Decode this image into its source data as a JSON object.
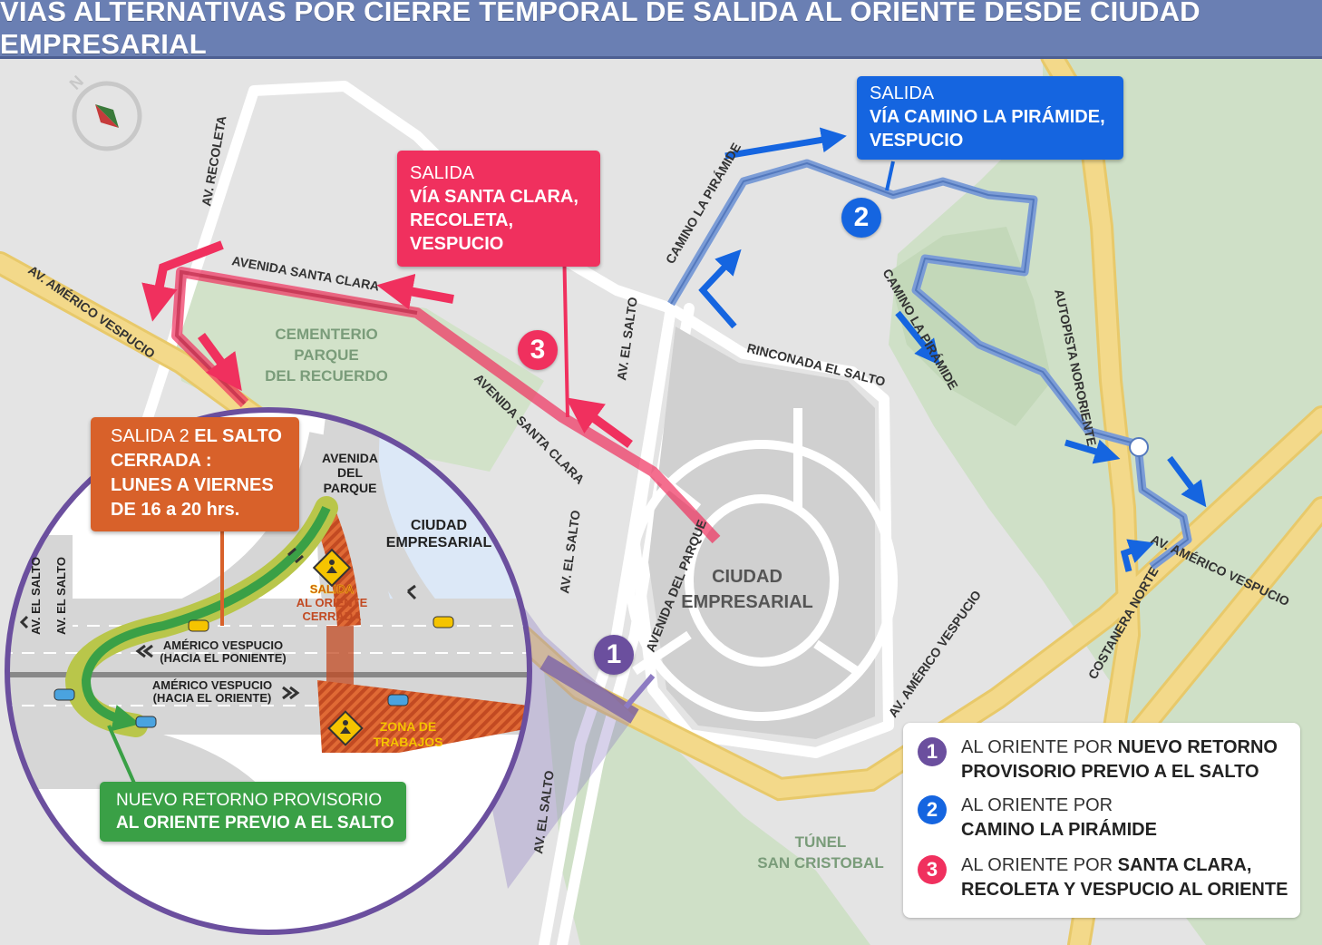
{
  "title": "VIAS ALTERNATIVAS POR CIERRE TEMPORAL DE SALIDA AL ORIENTE DESDE CIUDAD EMPRESARIAL",
  "compass": {
    "label": "N"
  },
  "colors": {
    "route1": "#6b4f9e",
    "route2": "#1565e0",
    "route3": "#f0305e",
    "closure": "#d8612a",
    "new_return": "#3aa046",
    "highway": "#f3d98a",
    "park": "#cfe0c7"
  },
  "callouts": {
    "route3": {
      "line1": "SALIDA",
      "line2a": "VÍA SANTA CLARA,",
      "line2b": "RECOLETA, VESPUCIO"
    },
    "route2": {
      "line1": "SALIDA",
      "line2a": "VÍA CAMINO LA PIRÁMIDE,",
      "line2b": "VESPUCIO"
    },
    "closure": {
      "line1_prefix": "SALIDA 2 ",
      "line1_bold": "EL SALTO",
      "line2": "CERRADA :",
      "line3": "LUNES A VIERNES",
      "line4": "DE 16 a 20 hrs."
    },
    "new_return": {
      "line1": "NUEVO RETORNO PROVISORIO",
      "line2": "AL ORIENTE PREVIO A EL SALTO"
    }
  },
  "markers": {
    "m1": "1",
    "m2": "2",
    "m3": "3"
  },
  "street_labels": {
    "av_recoleta": "AV. RECOLETA",
    "av_americo_vespucio": "AV. AMÉRICO VESPUCIO",
    "avenida_santa_clara": "AVENIDA SANTA CLARA",
    "camino_la_piramide": "CAMINO LA PIRÁMIDE",
    "av_el_salto": "AV. EL SALTO",
    "rinconada_el_salto": "RINCONADA  EL  SALTO",
    "avenida_del_parque": "AVENIDA DEL PARQUE",
    "autopista_nororiente": "AUTOPISTA NORORIENTE",
    "costanera_norte": "COSTANERA NORTE"
  },
  "area_labels": {
    "cementerio": [
      "CEMENTERIO",
      "PARQUE",
      "DEL RECUERDO"
    ],
    "ciudad_empresarial": [
      "CIUDAD",
      "EMPRESARIAL"
    ],
    "tunel": [
      "TÚNEL",
      "SAN CRISTOBAL"
    ]
  },
  "inset": {
    "avenida_del_parque": [
      "AVENIDA",
      "DEL",
      "PARQUE"
    ],
    "ciudad_empresarial": [
      "CIUDAD",
      "EMPRESARIAL"
    ],
    "av_el_salto": "AV. EL SALTO",
    "vespucio_poniente": [
      "AMÉRICO VESPUCIO",
      "(HACIA EL PONIENTE)"
    ],
    "vespucio_oriente": [
      "AMÉRICO VESPUCIO",
      "(HACIA EL ORIENTE)"
    ],
    "salida_cerrada": [
      "SALIDA",
      "AL ORIENTE",
      "CERRADA"
    ],
    "zona_trabajos": [
      "ZONA DE",
      "TRABAJOS"
    ]
  },
  "legend": [
    {
      "num": "1",
      "text": "AL ORIENTE POR ",
      "bold": "NUEVO RETORNO PROVISORIO PREVIO A EL SALTO"
    },
    {
      "num": "2",
      "text": "AL ORIENTE POR ",
      "bold": "CAMINO LA PIRÁMIDE"
    },
    {
      "num": "3",
      "text": "AL ORIENTE POR ",
      "bold": "SANTA CLARA, RECOLETA Y VESPUCIO AL ORIENTE"
    }
  ]
}
